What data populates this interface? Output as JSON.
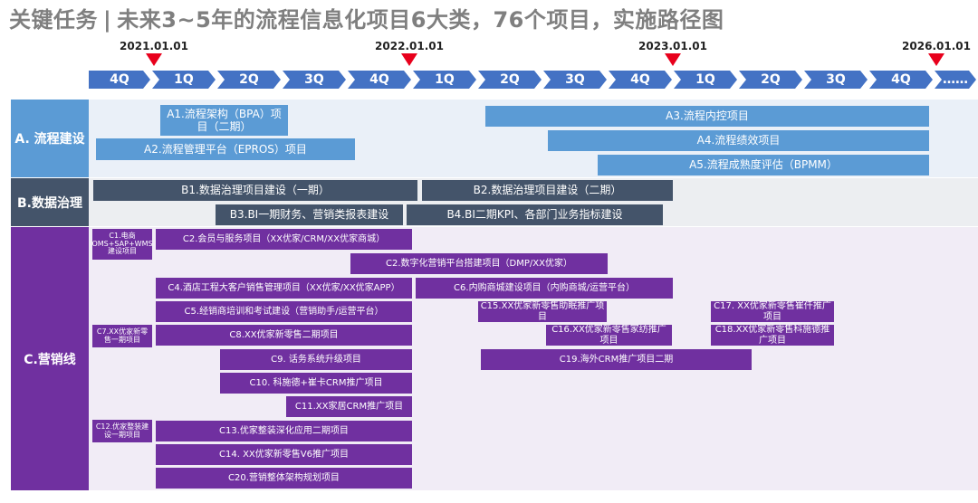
{
  "title": {
    "part1": "关键任务",
    "sep": "|",
    "part2": "未来3~5年的流程信息化项目6大类，76个项目，实施路径图"
  },
  "timeline": {
    "dates": [
      "2021.01.01",
      "2022.01.01",
      "2023.01.01",
      "2026.01.01"
    ],
    "quarters": [
      "4Q",
      "1Q",
      "2Q",
      "3Q",
      "4Q",
      "1Q",
      "2Q",
      "3Q",
      "4Q",
      "1Q",
      "2Q",
      "3Q",
      "4Q",
      "……"
    ],
    "marker_color": "#e8001c"
  },
  "colors": {
    "quarter": "#4472c4",
    "section_a": "#5b9bd5",
    "section_b": "#44546a",
    "section_c": "#7030a0",
    "section_a_bg": "#dbe5f1",
    "section_b_bg": "#d9dde3",
    "section_c_bg": "#e4dbee"
  },
  "sections": {
    "a": {
      "label": "A. 流程建设"
    },
    "b": {
      "label": "B.数据治理"
    },
    "c": {
      "label": "C.营销线"
    }
  },
  "bars": {
    "A1": "A1.流程架构（BPA）项目（二期）",
    "A2": "A2.流程管理平台（EPROS）项目",
    "A3": "A3.流程内控项目",
    "A4": "A4.流程绩效项目",
    "A5": "A5.流程成熟度评估（BPMM）",
    "B1": "B1.数据治理项目建设（一期）",
    "B2": "B2.数据治理项目建设（二期）",
    "B3": "B3.BI一期财务、营销类报表建设",
    "B4": "B4.BI二期KPI、各部门业务指标建设",
    "C1": "C1.电商OMS+SAP+WMS建设项目",
    "C2a": "C2.会员与服务项目（XX优家/CRM/XX优家商城）",
    "C2b": "C2.数字化营销平台搭建项目（DMP/XX优家）",
    "C4": "C4.酒店工程大客户销售管理项目（XX优家/XX优家APP）",
    "C6": "C6.内购商城建设项目（内购商城/运营平台）",
    "C5": "C5.经销商培训和考试建设（营销助手/运营平台）",
    "C15": "C15.XX优家新零售助眠推广项目",
    "C17": "C17. XX优家新零售崔仟推广项目",
    "C7": "C7.XX优家新零售一期项目",
    "C8": "C8.XX优家新零售二期项目",
    "C16": "C16.XX优家新零售家纺推广项目",
    "C18": "C18.XX优家新零售科施德推广项目",
    "C9": "C9. 话务系统升级项目",
    "C19": "C19.海外CRM推广项目二期",
    "C10": "C10. 科施德+崔卡CRM推广项目",
    "C11": "C11.XX家居CRM推广项目",
    "C12": "C12.优家整装建设一期项目",
    "C13": "C13.优家整装深化应用二期项目",
    "C14": "C14. XX优家新零售V6推广项目",
    "C20": "C20.营销整体架构规划项目"
  }
}
